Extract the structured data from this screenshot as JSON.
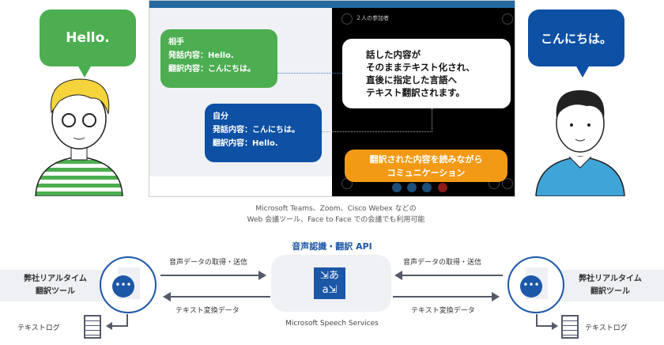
{
  "bubbles": {
    "left": "Hello.",
    "right": "こんにちは。"
  },
  "screen": {
    "participants": "２人の参加者",
    "partner": {
      "title": "相手",
      "speech": "発話内容：Hello.",
      "translation": "翻訳内容：こんにちは。"
    },
    "self": {
      "title": "自分",
      "speech": "発話内容：こんにちは。",
      "translation": "翻訳内容：Hello."
    },
    "callout": [
      "話した内容が",
      "そのままテキスト化され、",
      "直後に指定した言語へ",
      "テキスト翻訳されます。"
    ],
    "highlight": [
      "翻訳された内容を読みながら",
      "コミュニケーション"
    ]
  },
  "caption": [
    "Microsoft Teams、Zoom、Cisco Webex などの",
    "Web 会議ツール、Face to Face での会議でも利用可能"
  ],
  "flow": {
    "api_title": "音声認識・翻訳 API",
    "service": "Microsoft Speech Services",
    "send_label": "音声データの取得・送信",
    "return_label": "テキスト変換データ",
    "tool_label": [
      "弊社リアルタイム",
      "翻訳ツール"
    ],
    "log_label": "テキストログ"
  },
  "colors": {
    "green": "#4cae50",
    "blue": "#0d50a4",
    "orange": "#f29a16",
    "accent": "#1c57a8"
  }
}
